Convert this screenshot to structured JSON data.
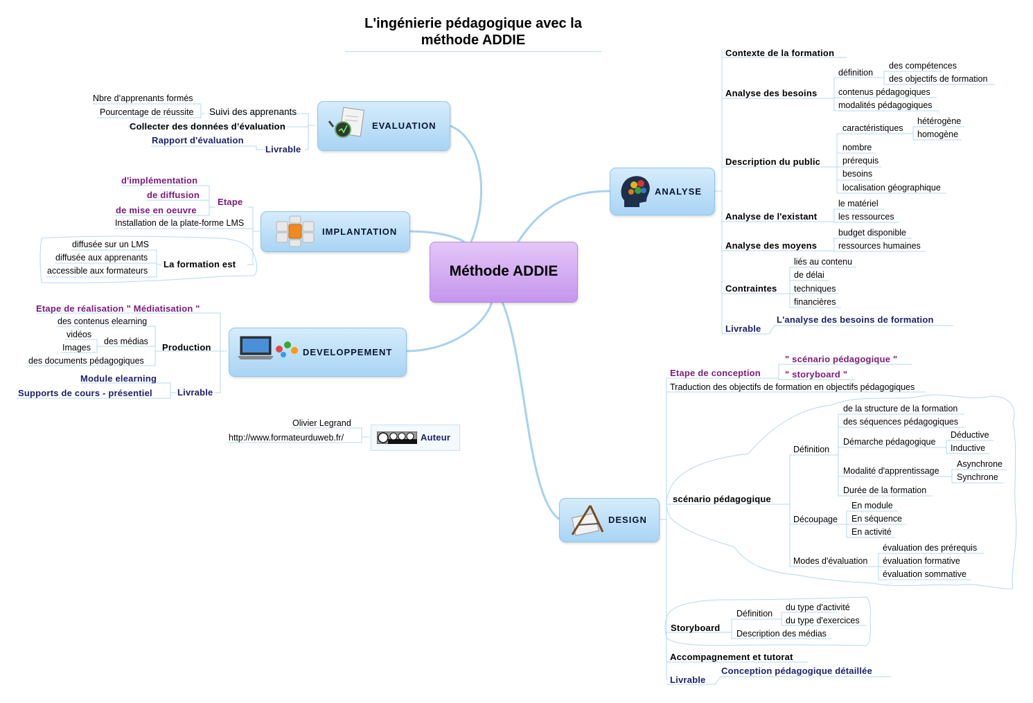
{
  "title": {
    "line1": "L'ingénierie pédagogique avec la",
    "line2": "méthode ADDIE"
  },
  "central": "Méthode ADDIE",
  "evaluation": {
    "label": "EVALUATION",
    "suivi": "Suivi des apprenants",
    "suivi_items": [
      "Nbre d’apprenants formés",
      "Pourcentage de réussite"
    ],
    "collecter": "Collecter des données d’évaluation",
    "livrable": "Livrable",
    "livrable_item": "Rapport d'évaluation"
  },
  "implantation": {
    "label": "IMPLANTATION",
    "etape": "Etape",
    "etape_items": [
      "d'implémentation",
      "de diffusion",
      "de mise en oeuvre"
    ],
    "install": "Installation de la plate-forme LMS",
    "formation_est": "La formation est",
    "formation_items": [
      "diffusée sur un LMS",
      "diffusée aux apprenants",
      "accessible aux formateurs"
    ]
  },
  "developpement": {
    "label": "DEVELOPPEMENT",
    "etape": "Etape de réalisation \" Médiatisation \"",
    "production": "Production",
    "contenus": "des contenus elearning",
    "medias": "des médias",
    "medias_items": [
      "vidéos",
      "Images"
    ],
    "documents": "des documents pédagogiques",
    "livrable": "Livrable",
    "livrable_items": [
      "Module elearning",
      "Supports de cours - présentiel"
    ]
  },
  "auteur": {
    "label": "Auteur",
    "name": "Olivier Legrand",
    "url": "http://www.formateurduweb.fr/",
    "license": "cc by nc sa"
  },
  "analyse": {
    "label": "ANALYSE",
    "contexte": "Contexte de la formation",
    "besoins": "Analyse des besoins",
    "definition": "définition",
    "definition_items": [
      "des compétences",
      "des objectifs de formation"
    ],
    "contenus": "contenus pédagogiques",
    "modalites": "modalités pédagogiques",
    "public": "Description du public",
    "caracteristiques": "caractéristiques",
    "caracteristiques_items": [
      "hétérogène",
      "homogène"
    ],
    "public_items": [
      "nombre",
      "prérequis",
      "besoins",
      "localisation géographique"
    ],
    "existant": "Analyse de l'existant",
    "existant_items": [
      "le matériel",
      "les ressources"
    ],
    "moyens": "Analyse des moyens",
    "moyens_items": [
      "budget disponible",
      "ressources humaines"
    ],
    "contraintes": "Contraintes",
    "contraintes_items": [
      "liés au contenu",
      "de délai",
      "techniques",
      "financières"
    ],
    "livrable": "Livrable",
    "livrable_item": "L'analyse des besoins de formation"
  },
  "design": {
    "label": "DESIGN",
    "etape": "Etape de conception",
    "etape_items": [
      "\" scénario pédagogique \"",
      "\" storyboard \""
    ],
    "traduction": "Traduction des objectifs de formation en objectifs pédagogiques",
    "scenario": "scénario pédagogique",
    "definition": "Définition",
    "definition_items": [
      "de la structure de la formation",
      "des séquences pédagogiques"
    ],
    "demarche": "Démarche pédagogique",
    "demarche_items": [
      "Déductive",
      "Inductive"
    ],
    "modalite": "Modalité d'apprentissage",
    "modalite_items": [
      "Asynchrone",
      "Synchrone"
    ],
    "duree": "Durée de la formation",
    "decoupage": "Découpage",
    "decoupage_items": [
      "En module",
      "En séquence",
      "En activité"
    ],
    "modes": "Modes d'évaluation",
    "modes_items": [
      "évaluation des prérequis",
      "évaluation formative",
      "évaluation sommative"
    ],
    "storyboard": "Storyboard",
    "sb_definition": "Définition",
    "sb_definition_items": [
      "du type d'activité",
      "du type d'exercices"
    ],
    "sb_medias": "Description des médias",
    "accompagnement": "Accompagnement et tutorat",
    "livrable": "Livrable",
    "livrable_item": "Conception pédagogique détaillée"
  }
}
